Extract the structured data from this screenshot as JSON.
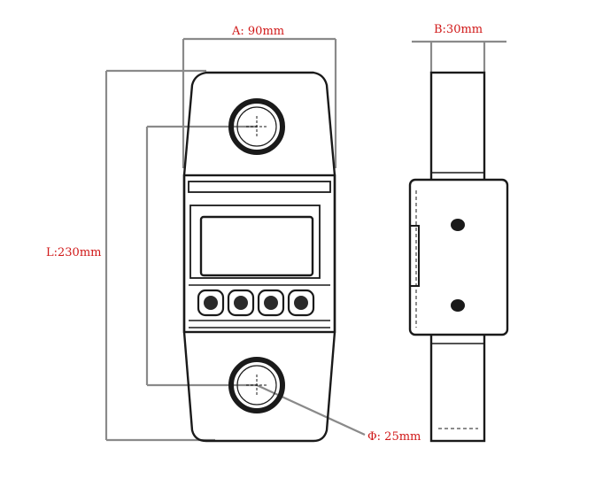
{
  "labels": {
    "width": "A: 90mm",
    "depth": "B:30mm",
    "length": "L:230mm",
    "diameter": "Φ: 25mm"
  },
  "colors": {
    "dimension_text": "#d01818",
    "dimension_line": "#8a8a8a",
    "outline": "#1a1a1a"
  }
}
